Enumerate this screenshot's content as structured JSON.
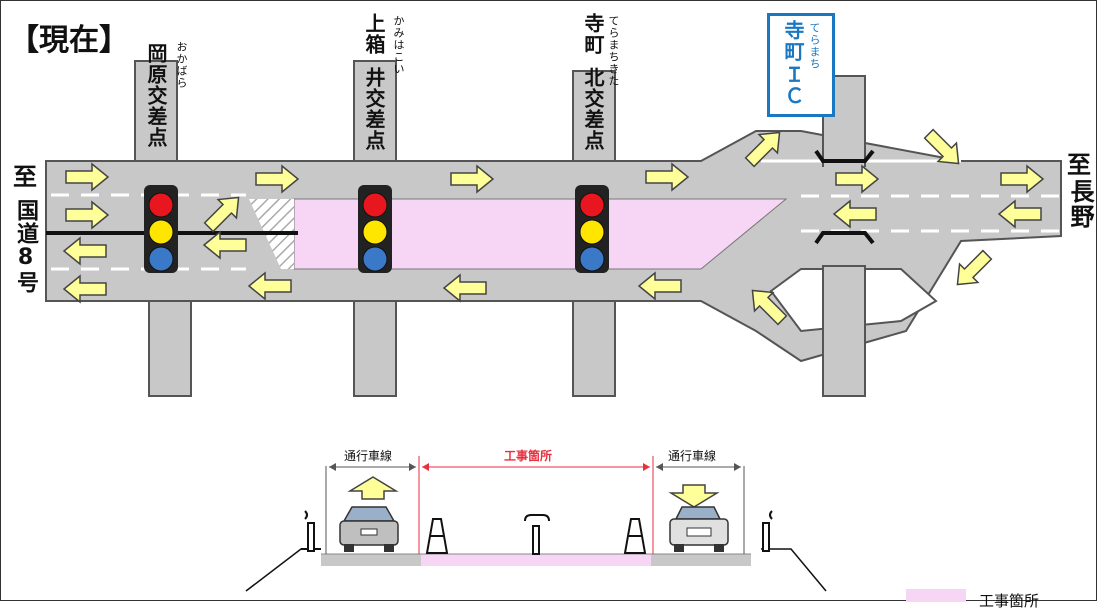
{
  "title": "【現在】",
  "colors": {
    "road": "#c8c8c8",
    "road_outline": "#555555",
    "construction": "#f7d6f5",
    "arrow_fill": "#ffff99",
    "arrow_stroke": "#444444",
    "ic_border": "#1a78c2",
    "signal_red": "#e8161f",
    "signal_yellow": "#ffe600",
    "signal_blue": "#3a78c8",
    "red_label": "#e8303f"
  },
  "intersections": {
    "okabara": {
      "ruby": "おかばら",
      "name": "岡原交差点"
    },
    "kamihakoi": {
      "ruby": "かみはこい",
      "name_top": "上箱",
      "name_bottom": "井交差点"
    },
    "teramachi_kita": {
      "ruby": "てらまちきた",
      "name_top": "寺町",
      "name_bottom": "北交差点"
    }
  },
  "ic": {
    "ruby": "てらまち",
    "name_top": "寺町",
    "name_bottom": "ＩＣ"
  },
  "left_dest": {
    "prefix": "至",
    "name": "国道8号"
  },
  "right_dest": {
    "prefix": "至",
    "name": "長野"
  },
  "cross_section": {
    "left_lane": "通行車線",
    "center": "工事箇所",
    "right_lane": "通行車線"
  },
  "legend": {
    "label": "工事箇所"
  },
  "icons": [
    "traffic-signal-icon",
    "car-icon",
    "arrow-icon",
    "cone-icon"
  ]
}
